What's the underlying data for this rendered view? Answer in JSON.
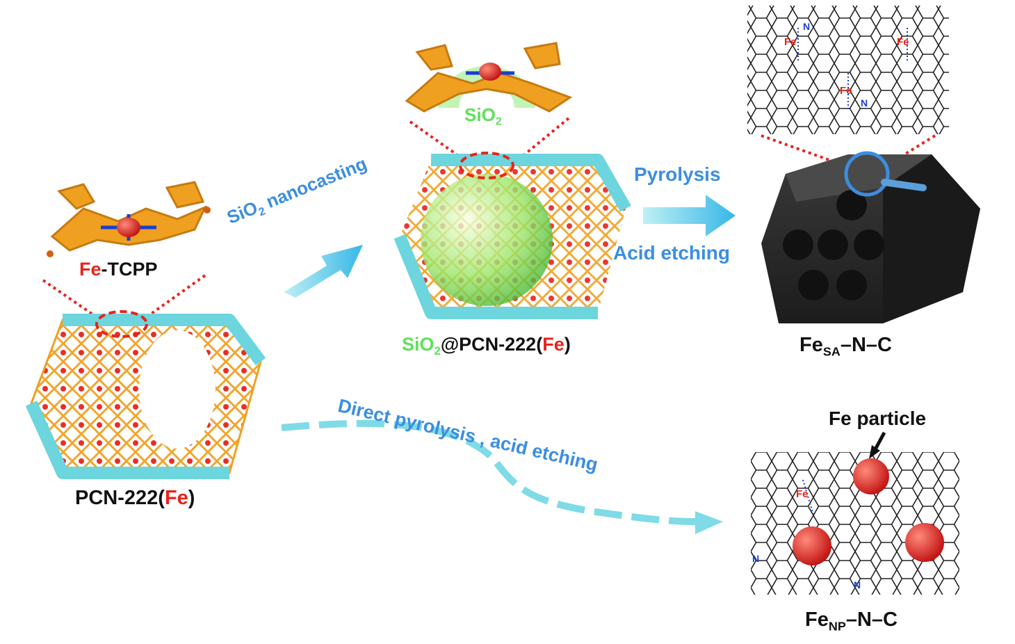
{
  "labels": {
    "fe_tcpp": {
      "fe": "Fe",
      "rest": "-TCPP"
    },
    "pcn": {
      "pre": "PCN-222(",
      "fe": "Fe",
      "post": ")"
    },
    "sio2_nano": {
      "pre": "SiO",
      "sub": "2",
      "post": " nanocasting"
    },
    "sio2_small": {
      "pre": "SiO",
      "sub": "2"
    },
    "sio2_pcn": {
      "sio": "SiO",
      "sub": "2",
      "mid": "@PCN-222(",
      "fe": "Fe",
      "post": ")"
    },
    "pyrolysis": "Pyrolysis",
    "acid_etching": "Acid etching",
    "fesa": {
      "pre": "Fe",
      "sub": "SA",
      "post": "–N–C"
    },
    "direct": "Direct pyrolysis , acid etching",
    "fe_particle": "Fe particle",
    "fenp": {
      "pre": "Fe",
      "sub": "NP",
      "post": "–N–C"
    },
    "n": "N",
    "fe_small": "Fe"
  },
  "colors": {
    "orange": "#f0a020",
    "cyan": "#6cd5dd",
    "red": "#e8231b",
    "blue": "#3b8ee0",
    "green": "#5fe05a",
    "dark": "#2a2a2a"
  }
}
